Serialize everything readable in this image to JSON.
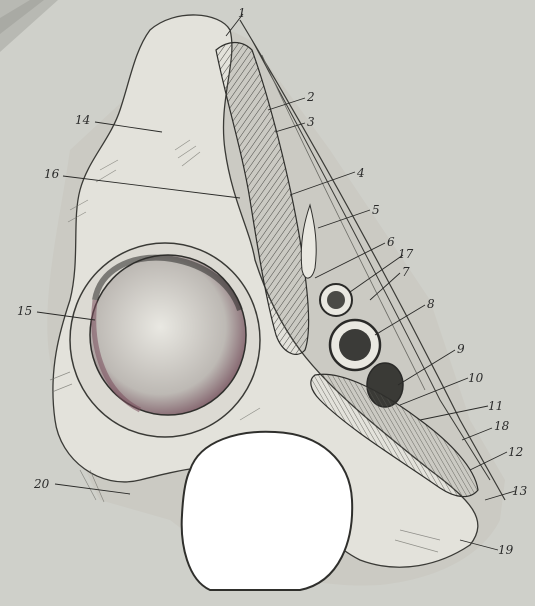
{
  "figure": {
    "labels": {
      "l1": "1",
      "l2": "2",
      "l3": "3",
      "l4": "4",
      "l5": "5",
      "l6": "6",
      "l7": "7",
      "l8": "8",
      "l9": "9",
      "l10": "10",
      "l11": "11",
      "l12": "12",
      "l13": "13",
      "l14": "14",
      "l15": "15",
      "l16": "16",
      "l17": "17",
      "l18": "18",
      "l19": "19",
      "l20": "20"
    },
    "colors": {
      "paper": "#cfd0ca",
      "bone": "#e4e3dc",
      "ink": "#2a2a2a",
      "muscle": "#b9b7b0",
      "acetabulum_tint": "#8a5a6a"
    }
  }
}
